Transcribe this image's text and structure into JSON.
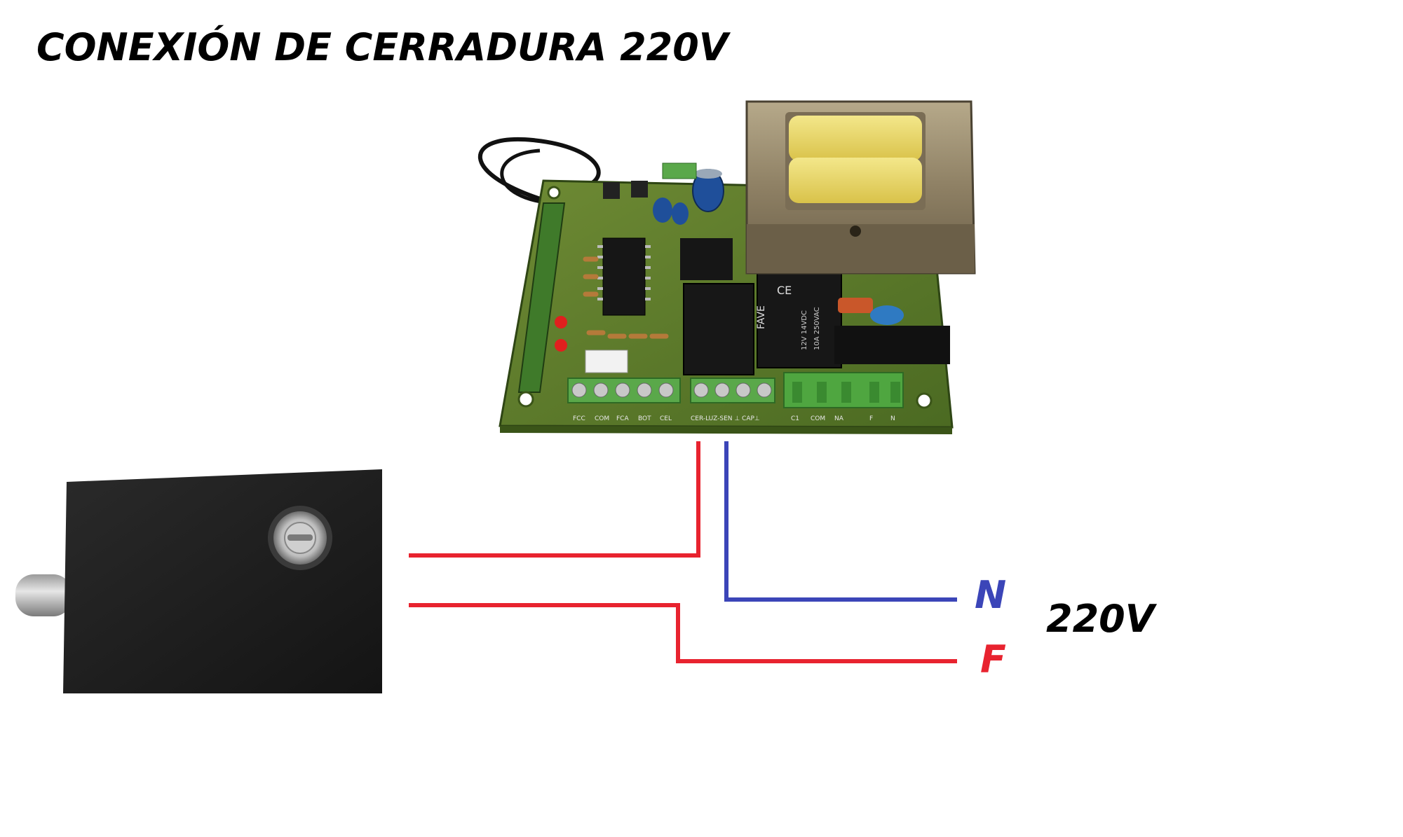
{
  "title": "CONEXIÓN DE CERRADURA 220V",
  "colors": {
    "phase_wire": "#e8232f",
    "neutral_wire": "#3b45b8",
    "neutral_label": "#3b45b8",
    "phase_label": "#e8232f",
    "pcb": "#5a7a2a",
    "terminal": "#5aa84a",
    "lock_body": "#1c1c1c"
  },
  "labels": {
    "neutral": "N",
    "phase": "F",
    "voltage": "220V"
  },
  "board": {
    "terminal_labels_left": [
      "FCC",
      "COM",
      "FCA",
      "BOT",
      "CEL"
    ],
    "terminal_labels_mid": "CER-LUZ-SEN ⊥ CAP⊥",
    "terminal_labels_right": [
      "C1",
      "COM",
      "NA",
      "F",
      "N"
    ],
    "relay_text": [
      "CE",
      "FAVE",
      "12V 14VDC",
      "10A 250VAC"
    ]
  },
  "icons": {
    "board": "control-board-photo",
    "lock": "electric-lock-photo",
    "key": "key-cylinder-icon"
  }
}
